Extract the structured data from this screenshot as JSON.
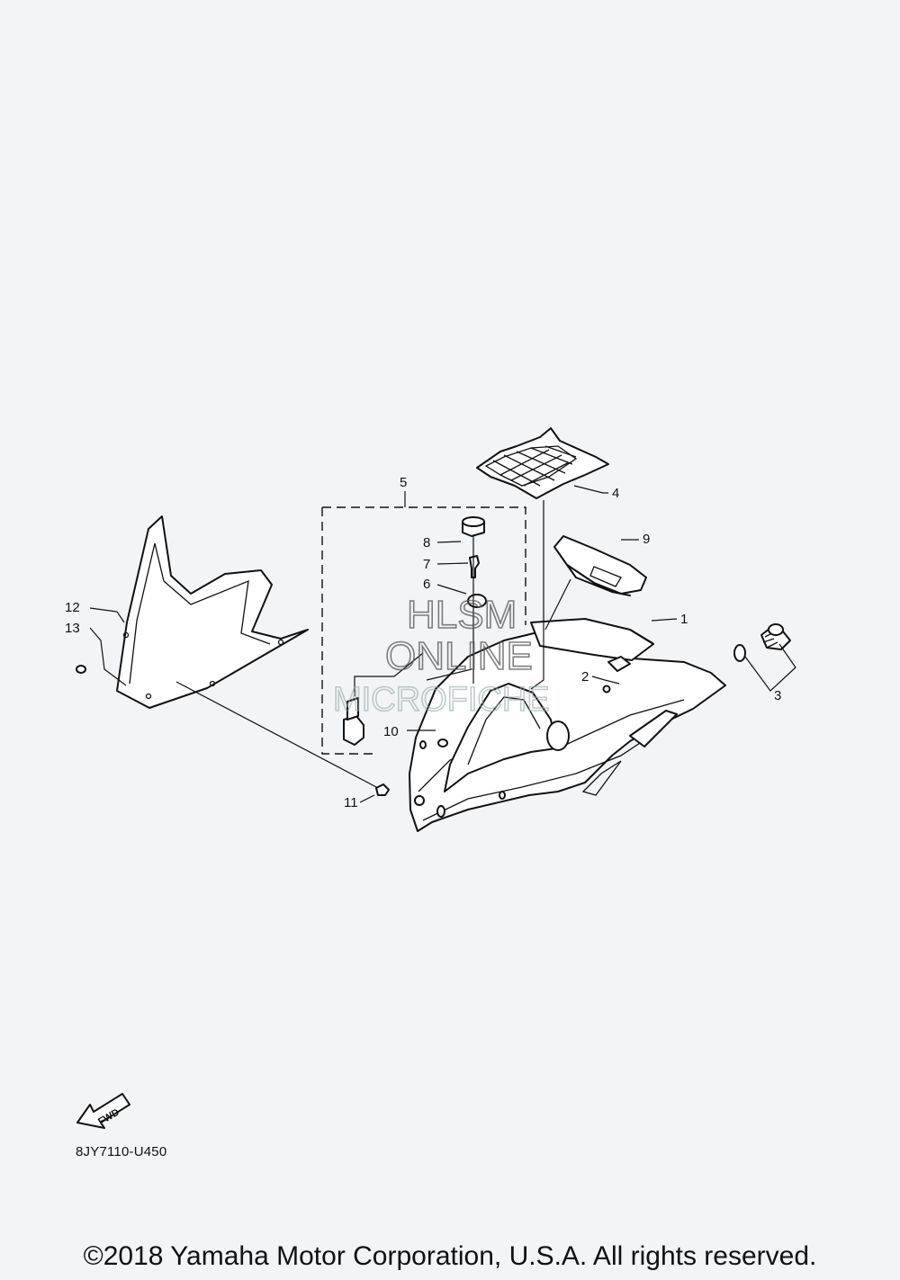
{
  "callouts": [
    {
      "id": "1",
      "label": "1"
    },
    {
      "id": "2",
      "label": "2"
    },
    {
      "id": "3",
      "label": "3"
    },
    {
      "id": "4",
      "label": "4"
    },
    {
      "id": "5",
      "label": "5"
    },
    {
      "id": "6",
      "label": "6"
    },
    {
      "id": "7",
      "label": "7"
    },
    {
      "id": "8",
      "label": "8"
    },
    {
      "id": "9",
      "label": "9"
    },
    {
      "id": "10",
      "label": "10"
    },
    {
      "id": "11",
      "label": "11"
    },
    {
      "id": "12",
      "label": "12"
    },
    {
      "id": "13",
      "label": "13"
    }
  ],
  "watermark": {
    "line1": "HLSM",
    "line2": "ONLINE",
    "line3": "MICROFICHE"
  },
  "fwd_label": "FWD",
  "drawing_code": "8JY7110-U450",
  "copyright": "©2018 Yamaha Motor Corporation, U.S.A. All rights reserved.",
  "colors": {
    "background": "#f3f4f6",
    "ink": "#111111"
  }
}
